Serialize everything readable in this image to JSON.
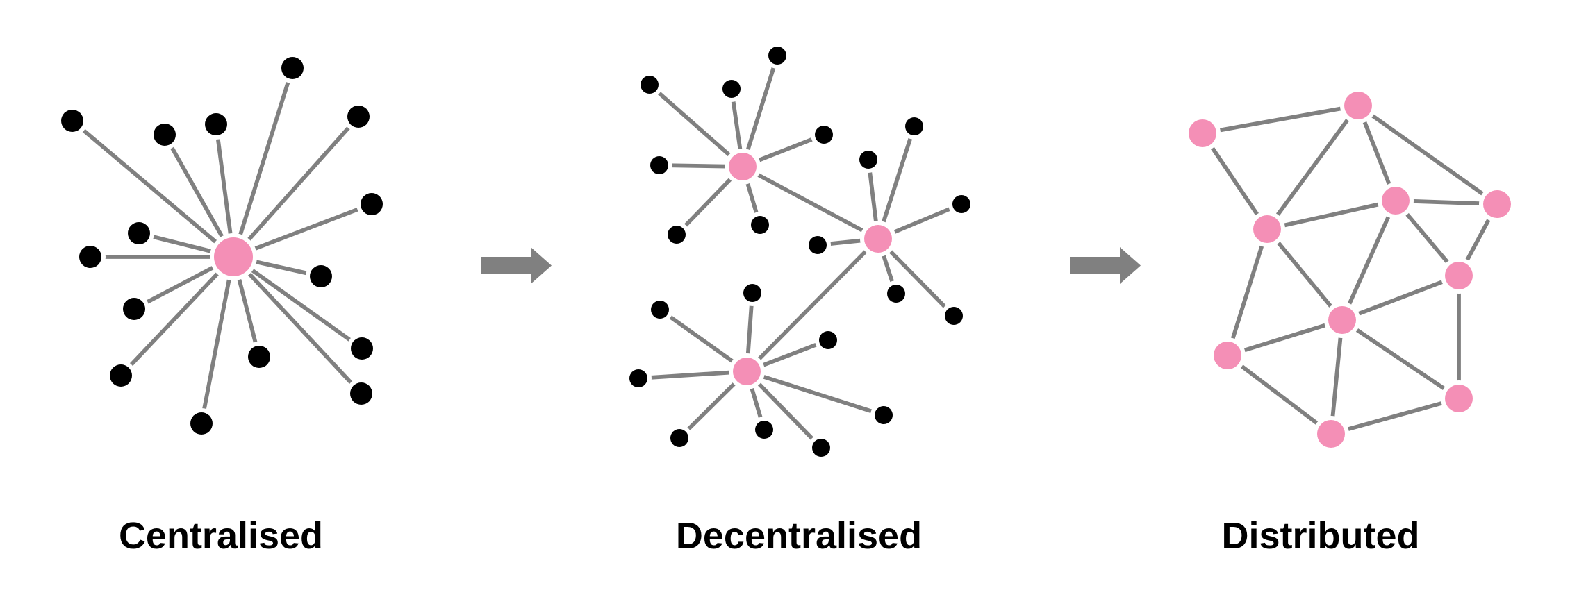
{
  "panels": [
    {
      "id": "centralised",
      "label": "Centralised"
    },
    {
      "id": "decentralised",
      "label": "Decentralised"
    },
    {
      "id": "distributed",
      "label": "Distributed"
    }
  ],
  "colors": {
    "hub": "#f48fb6",
    "leaf": "#000000",
    "edge": "#808080",
    "arrow": "#808080",
    "background": "#ffffff"
  },
  "connectors": [
    {
      "from": "centralised",
      "to": "decentralised",
      "icon": "right-arrow-icon"
    },
    {
      "from": "decentralised",
      "to": "distributed",
      "icon": "right-arrow-icon"
    }
  ]
}
